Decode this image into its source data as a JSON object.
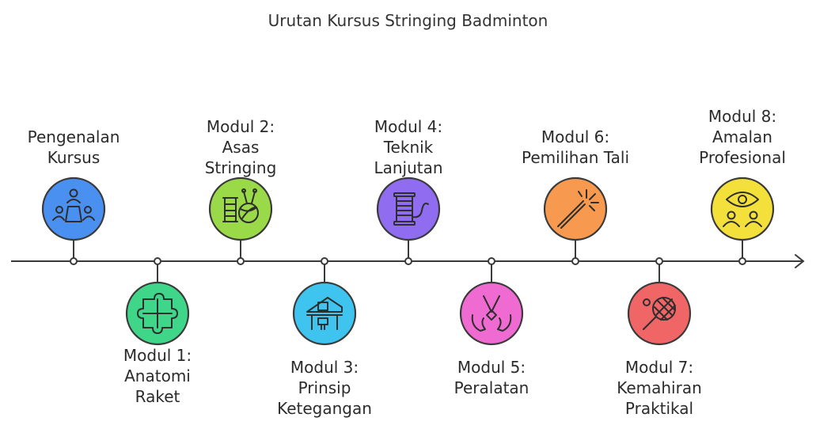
{
  "title": "Urutan Kursus Stringing Badminton",
  "steps": [
    {
      "label": "Pengenalan\nKursus",
      "icon": "meeting-icon",
      "color": "#4a90f0"
    },
    {
      "label": "Modul 1:\nAnatomi\nRaket",
      "icon": "puzzle-icon",
      "color": "#3fd68a"
    },
    {
      "label": "Modul 2:\nAsas\nStringing",
      "icon": "yarn-spool-icon",
      "color": "#9ad948"
    },
    {
      "label": "Modul 3:\nPrinsip\nKetegangan",
      "icon": "stringing-machine-icon",
      "color": "#3fc3ef"
    },
    {
      "label": "Modul 4:\nTeknik\nLanjutan",
      "icon": "thread-spool-icon",
      "color": "#8f6cf0"
    },
    {
      "label": "Modul 5:\nPeralatan",
      "icon": "hands-pendant-icon",
      "color": "#ef6bd1"
    },
    {
      "label": "Modul 6:\nPemilihan Tali",
      "icon": "sparkler-icon",
      "color": "#f79a4f"
    },
    {
      "label": "Modul 7:\nKemahiran\nPraktikal",
      "icon": "tennis-racket-icon",
      "color": "#f06565"
    },
    {
      "label": "Modul 8:\nAmalan\nProfesional",
      "icon": "eye-people-icon",
      "color": "#f4e03a"
    }
  ]
}
